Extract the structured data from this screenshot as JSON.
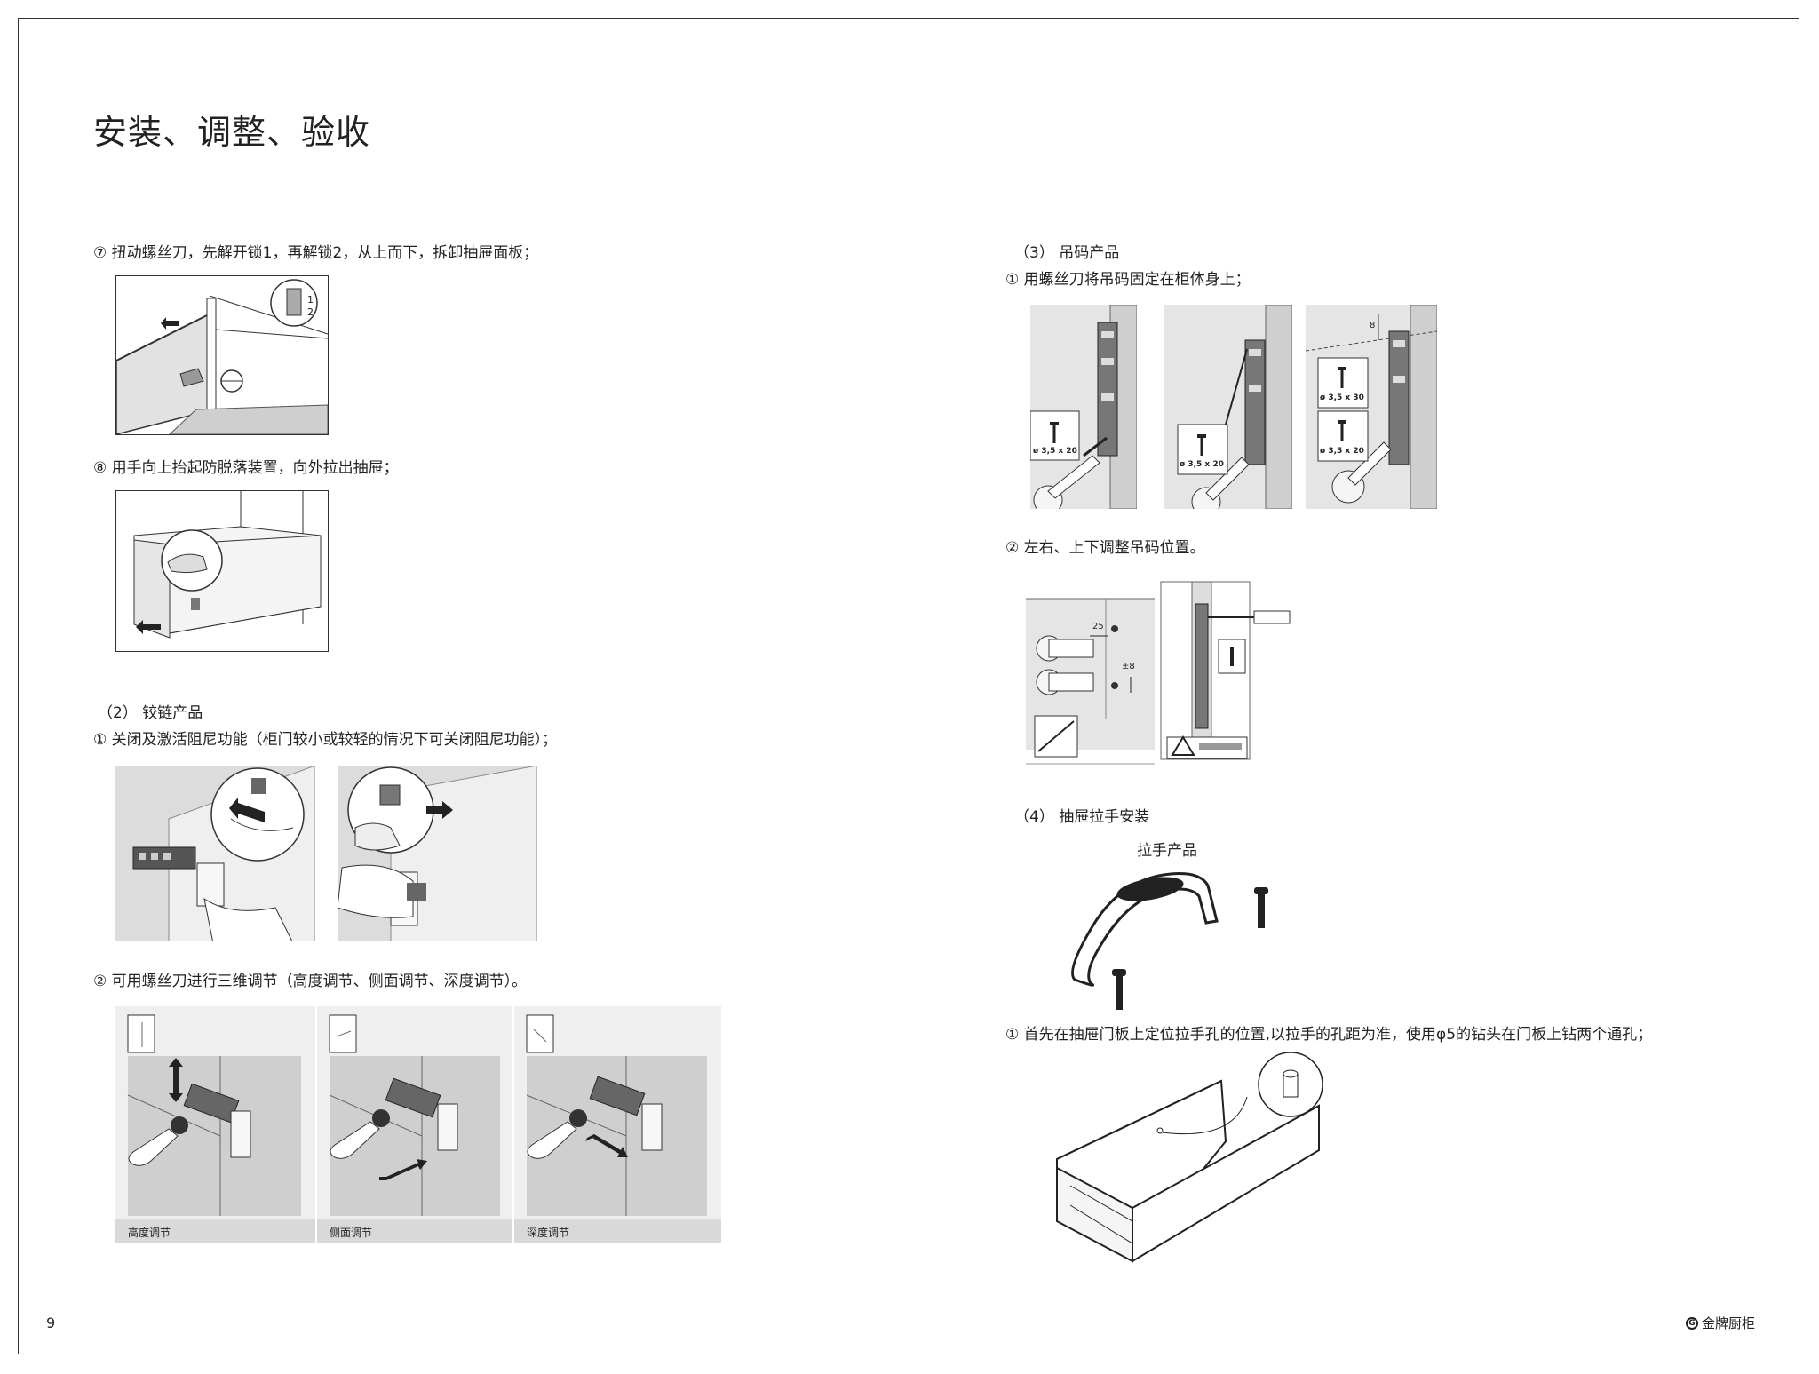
{
  "page": {
    "title": "安装、调整、验收",
    "page_number": "9",
    "brand": "金牌厨柜",
    "brand_logo": "G"
  },
  "left": {
    "step7": "⑦ 扭动螺丝刀，先解开锁1，再解锁2，从上而下，拆卸抽屉面板；",
    "step7_labels": [
      "1",
      "2"
    ],
    "step8": "⑧ 用手向上抬起防脱落装置，向外拉出抽屉；",
    "hinge_title": "（2） 铰链产品",
    "hinge_step1": "① 关闭及激活阻尼功能（柜门较小或较轻的情况下可关闭阻尼功能）；",
    "hinge_step2": "② 可用螺丝刀进行三维调节（高度调节、侧面调节、深度调节）。",
    "adjust_captions": [
      "高度调节",
      "侧面调节",
      "深度调节"
    ]
  },
  "right": {
    "hanger_title": "（3） 吊码产品",
    "hanger_step1": "① 用螺丝刀将吊码固定在柜体身上；",
    "screw_labels": [
      "ø 3,5 x 20",
      "ø 3,5 x 20",
      "ø 3,5 x 30",
      "ø 3,5 x 20"
    ],
    "gap_label": "8",
    "hanger_step2": "② 左右、上下调整吊码位置。",
    "adj_labels": [
      "25",
      "±8"
    ],
    "handle_title": "（4） 抽屉拉手安装",
    "handle_caption": "拉手产品",
    "handle_step1": "① 首先在抽屉门板上定位拉手孔的位置,以拉手的孔距为准，使用φ5的钻头在门板上钻两个通孔；"
  }
}
